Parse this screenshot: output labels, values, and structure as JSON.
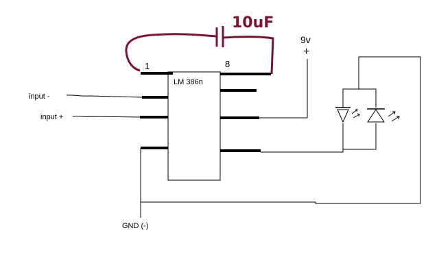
{
  "diagram": {
    "chip": {
      "name": "LM 386n",
      "pin_left_top": "1",
      "pin_right_top": "8"
    },
    "capacitor": {
      "label": "10uF",
      "color": "#7a1530"
    },
    "supply": {
      "voltage": "9v",
      "polarity": "+"
    },
    "inputs": {
      "negative": "input -",
      "positive": "input +"
    },
    "ground": {
      "label": "GND (-)"
    },
    "leds": {
      "count": 2,
      "icon": "led-icon"
    }
  }
}
